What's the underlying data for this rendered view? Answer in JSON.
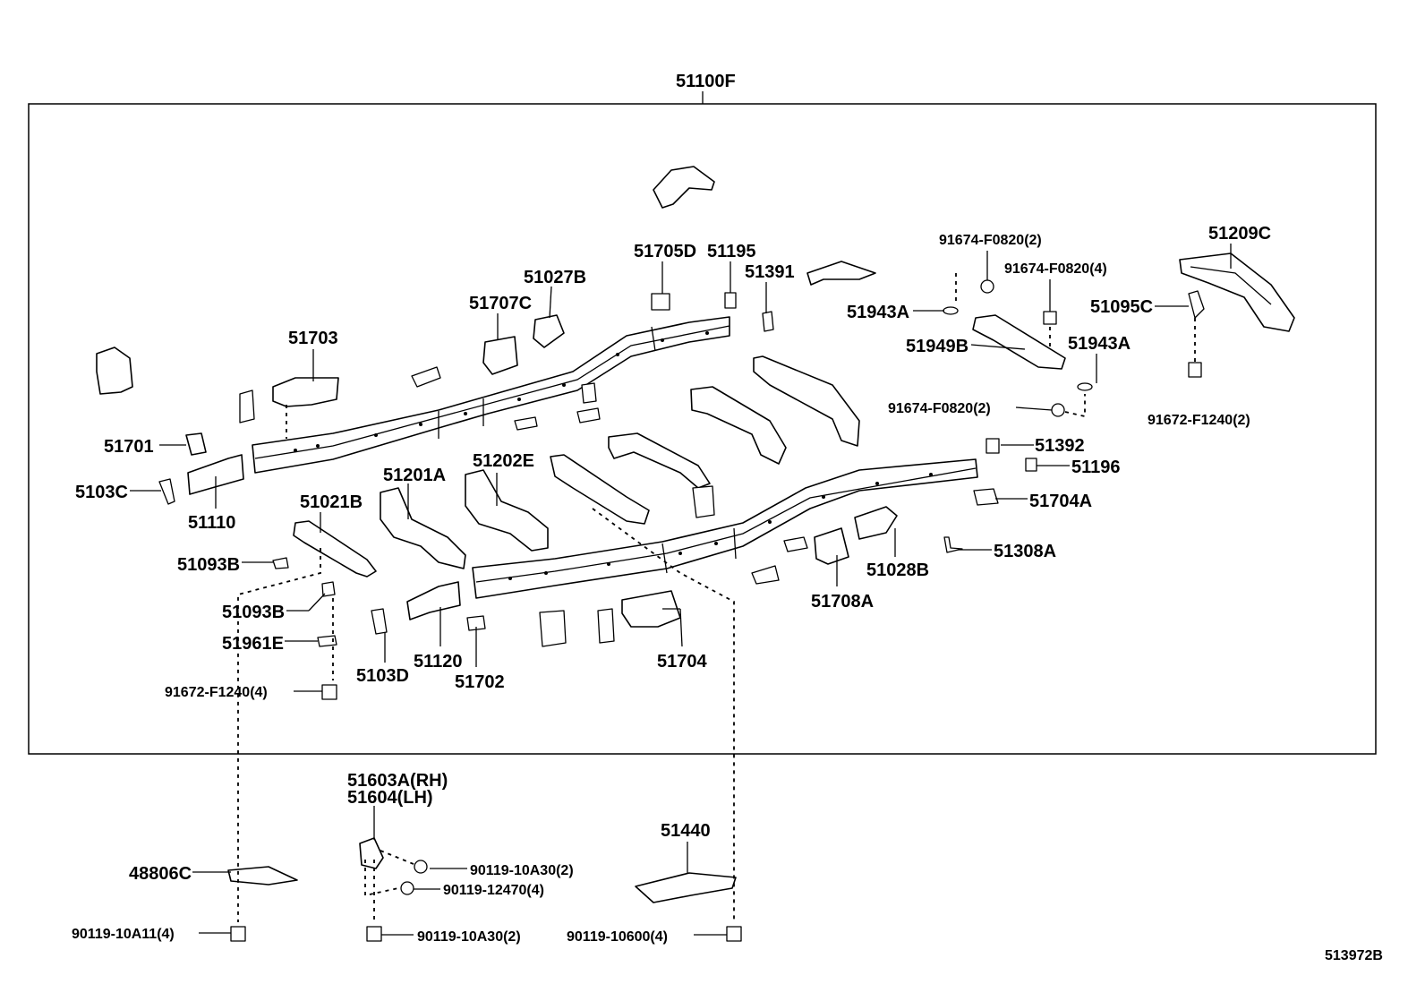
{
  "diagram": {
    "assembly_label": "51100F",
    "figure_code": "513972B",
    "labels": {
      "p51209C": "51209C",
      "p91674_F0820_2a": "91674-F0820(2)",
      "p91674_F0820_4": "91674-F0820(4)",
      "p51705D": "51705D",
      "p51195": "51195",
      "p51391": "51391",
      "p51027B": "51027B",
      "p51707C": "51707C",
      "p51703": "51703",
      "p51943A_a": "51943A",
      "p51095C": "51095C",
      "p51949B": "51949B",
      "p51943A_b": "51943A",
      "p91674_F0820_2b": "91674-F0820(2)",
      "p91672_F1240_2": "91672-F1240(2)",
      "p51701": "51701",
      "p51392": "51392",
      "p51196": "51196",
      "p5103C": "5103C",
      "p51110": "51110",
      "p51201A": "51201A",
      "p51202E": "51202E",
      "p51021B": "51021B",
      "p51704A": "51704A",
      "p51093B_a": "51093B",
      "p51308A": "51308A",
      "p51028B": "51028B",
      "p51708A": "51708A",
      "p51093B_b": "51093B",
      "p51961E": "51961E",
      "p5103D": "5103D",
      "p51120": "51120",
      "p51702": "51702",
      "p51704": "51704",
      "p91672_F1240_4": "91672-F1240(4)",
      "p51603A": "51603A(RH)",
      "p51604": "51604(LH)",
      "p51440": "51440",
      "p48806C": "48806C",
      "p90119_10A30_2a": "90119-10A30(2)",
      "p90119_12470_4": "90119-12470(4)",
      "p90119_10A11_4": "90119-10A11(4)",
      "p90119_10A30_2b": "90119-10A30(2)",
      "p90119_10600_4": "90119-10600(4)"
    }
  }
}
